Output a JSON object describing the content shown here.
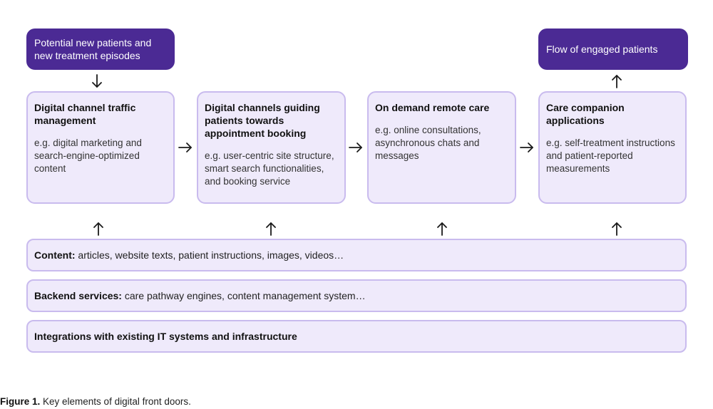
{
  "top_boxes": {
    "left": "Potential new patients and new treatment episodes",
    "right": "Flow of engaged patients"
  },
  "cards": [
    {
      "title": "Digital channel traffic management",
      "body": "e.g. digital marketing and search-engine-optimized content"
    },
    {
      "title": "Digital channels guiding patients towards appointment booking",
      "body": "e.g. user-centric site structure, smart search functionalities, and booking service"
    },
    {
      "title": "On demand remote care",
      "body": "e.g. online consultations, asynchronous chats and messages"
    },
    {
      "title": "Care companion applications",
      "body": "e.g. self-treatment instructions and patient-reported measurements"
    }
  ],
  "layers": [
    {
      "label": "Content:",
      "text": " articles, website texts, patient instructions, images, videos…"
    },
    {
      "label": "Backend services:",
      "text": " care pathway engines, content management system…"
    },
    {
      "label": "Integrations with existing IT systems and infrastructure",
      "text": ""
    }
  ],
  "caption": {
    "label": "Figure 1.",
    "text": " Key elements of digital front doors."
  },
  "colors": {
    "dark_box": "#4b2a94",
    "card_fill": "#efeafb",
    "card_border": "#c9bbee"
  }
}
